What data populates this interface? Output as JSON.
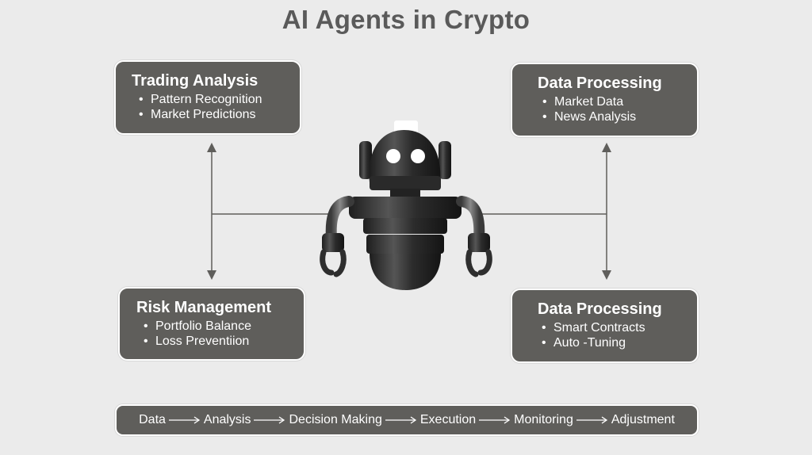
{
  "title": "AI Agents in Crypto",
  "cards": {
    "top_left": {
      "title": "Trading Analysis",
      "items": [
        "Pattern Recognition",
        "Market Predictions"
      ]
    },
    "top_right": {
      "title": "Data Processing",
      "items": [
        "Market Data",
        "News Analysis"
      ]
    },
    "bottom_left": {
      "title": "Risk Management",
      "items": [
        "Portfolio Balance",
        "Loss Preventiion"
      ]
    },
    "bottom_right": {
      "title": "Data Processing",
      "items": [
        "Smart Contracts",
        "Auto -Tuning"
      ]
    }
  },
  "flow": {
    "steps": [
      "Data",
      "Analysis",
      "Decision Making",
      "Execution",
      "Monitoring",
      "Adjustment"
    ]
  },
  "colors": {
    "background": "#ebebeb",
    "card": "#5f5e5b",
    "title": "#5a5a5a",
    "connector": "#5f5e5b"
  },
  "icons": {
    "center": "robot-icon",
    "flow_arrow": "long-right-arrow-icon"
  }
}
